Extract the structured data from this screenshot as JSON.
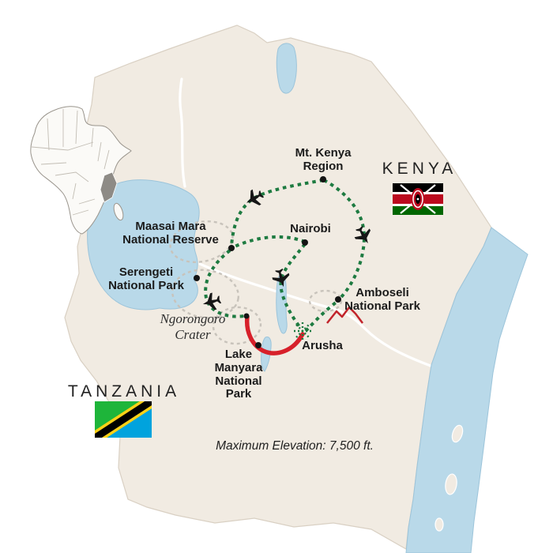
{
  "map": {
    "countries": {
      "kenya": "KENYA",
      "tanzania": "TANZANIA"
    },
    "labels": {
      "mt_kenya": "Mt. Kenya\nRegion",
      "nairobi": "Nairobi",
      "maasai_mara": "Maasai Mara\nNational Reserve",
      "serengeti": "Serengeti\nNational Park",
      "amboseli": "Amboseli\nNational Park",
      "ngorongoro": "Ngorongoro\nCrater",
      "arusha": "Arusha",
      "lake_manyara": "Lake\nManyara\nNational\nPark"
    },
    "note": {
      "max_elevation": "Maximum Elevation: 7,500 ft."
    },
    "markers": [
      "Mt. Kenya Region",
      "Nairobi",
      "Maasai Mara National Reserve",
      "Serengeti National Park",
      "Amboseli National Park",
      "Ngorongoro Crater",
      "Arusha",
      "Lake Manyara National Park"
    ],
    "routes": [
      {
        "from": "Mt. Kenya Region",
        "to": "Maasai Mara National Reserve",
        "mode": "flight"
      },
      {
        "from": "Nairobi",
        "to": "Maasai Mara National Reserve",
        "mode": "flight"
      },
      {
        "from": "Mt. Kenya Region",
        "to": "Amboseli National Park",
        "mode": "flight"
      },
      {
        "from": "Nairobi",
        "to": "Arusha",
        "mode": "flight"
      },
      {
        "from": "Arusha",
        "to": "Amboseli National Park",
        "mode": "flight"
      },
      {
        "from": "Maasai Mara National Reserve",
        "to": "Serengeti National Park",
        "mode": "flight"
      },
      {
        "from": "Arusha",
        "to": "Lake Manyara National Park",
        "mode": "drive"
      },
      {
        "from": "Lake Manyara National Park",
        "to": "Ngorongoro Crater",
        "mode": "drive"
      }
    ],
    "icons": {
      "airplane": "airplane-icon",
      "star": "arusha-star-icon",
      "mountain": "kilimanjaro-icon",
      "kenya_flag": "kenya-flag",
      "tanzania_flag": "tanzania-flag",
      "africa_inset": "africa-locator-map"
    },
    "colors": {
      "land": "#f1ebe2",
      "land_edge": "#d9d0c3",
      "water": "#b9d9e9",
      "flight_route": "#1e7b41",
      "drive_route": "#d7202a",
      "loop": "#c8c3bb",
      "marker": "#141414"
    }
  }
}
